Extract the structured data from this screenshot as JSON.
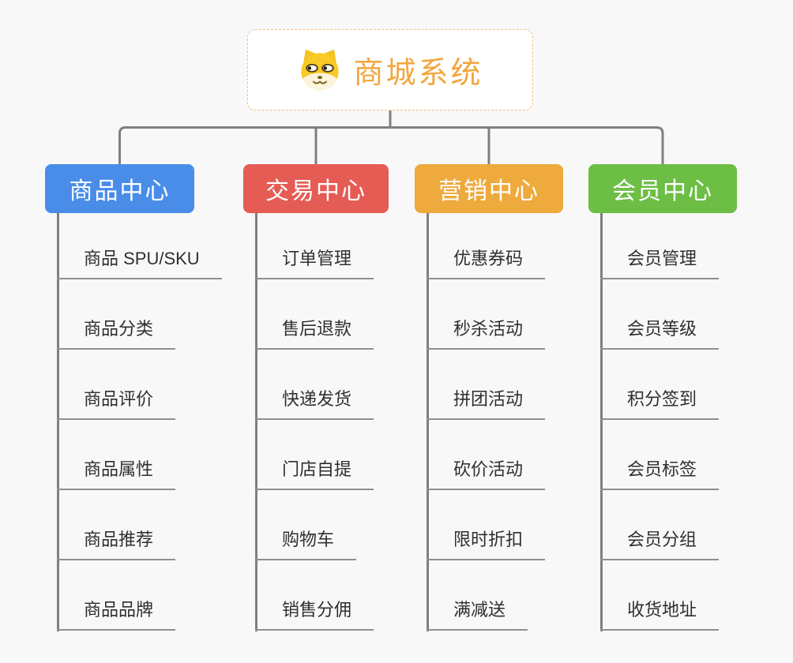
{
  "root": {
    "title": "商城系统",
    "icon": "dog-face-icon"
  },
  "branches": [
    {
      "label": "商品中心",
      "color": "#4a8de8",
      "children": [
        "商品 SPU/SKU",
        "商品分类",
        "商品评价",
        "商品属性",
        "商品推荐",
        "商品品牌"
      ]
    },
    {
      "label": "交易中心",
      "color": "#e55c55",
      "children": [
        "订单管理",
        "售后退款",
        "快递发货",
        "门店自提",
        "购物车",
        "销售分佣"
      ]
    },
    {
      "label": "营销中心",
      "color": "#eeaa3c",
      "children": [
        "优惠券码",
        "秒杀活动",
        "拼团活动",
        "砍价活动",
        "限时折扣",
        "满减送"
      ]
    },
    {
      "label": "会员中心",
      "color": "#6dbe45",
      "children": [
        "会员管理",
        "会员等级",
        "积分签到",
        "会员标签",
        "会员分组",
        "收货地址"
      ]
    }
  ],
  "colors": {
    "background": "#f8f8f8",
    "connector_line": "#7f7f7f",
    "child_underline": "#8f8f8f",
    "child_text": "#2f2f2f",
    "root_text": "#f2a63e",
    "root_border": "#f2c279"
  }
}
